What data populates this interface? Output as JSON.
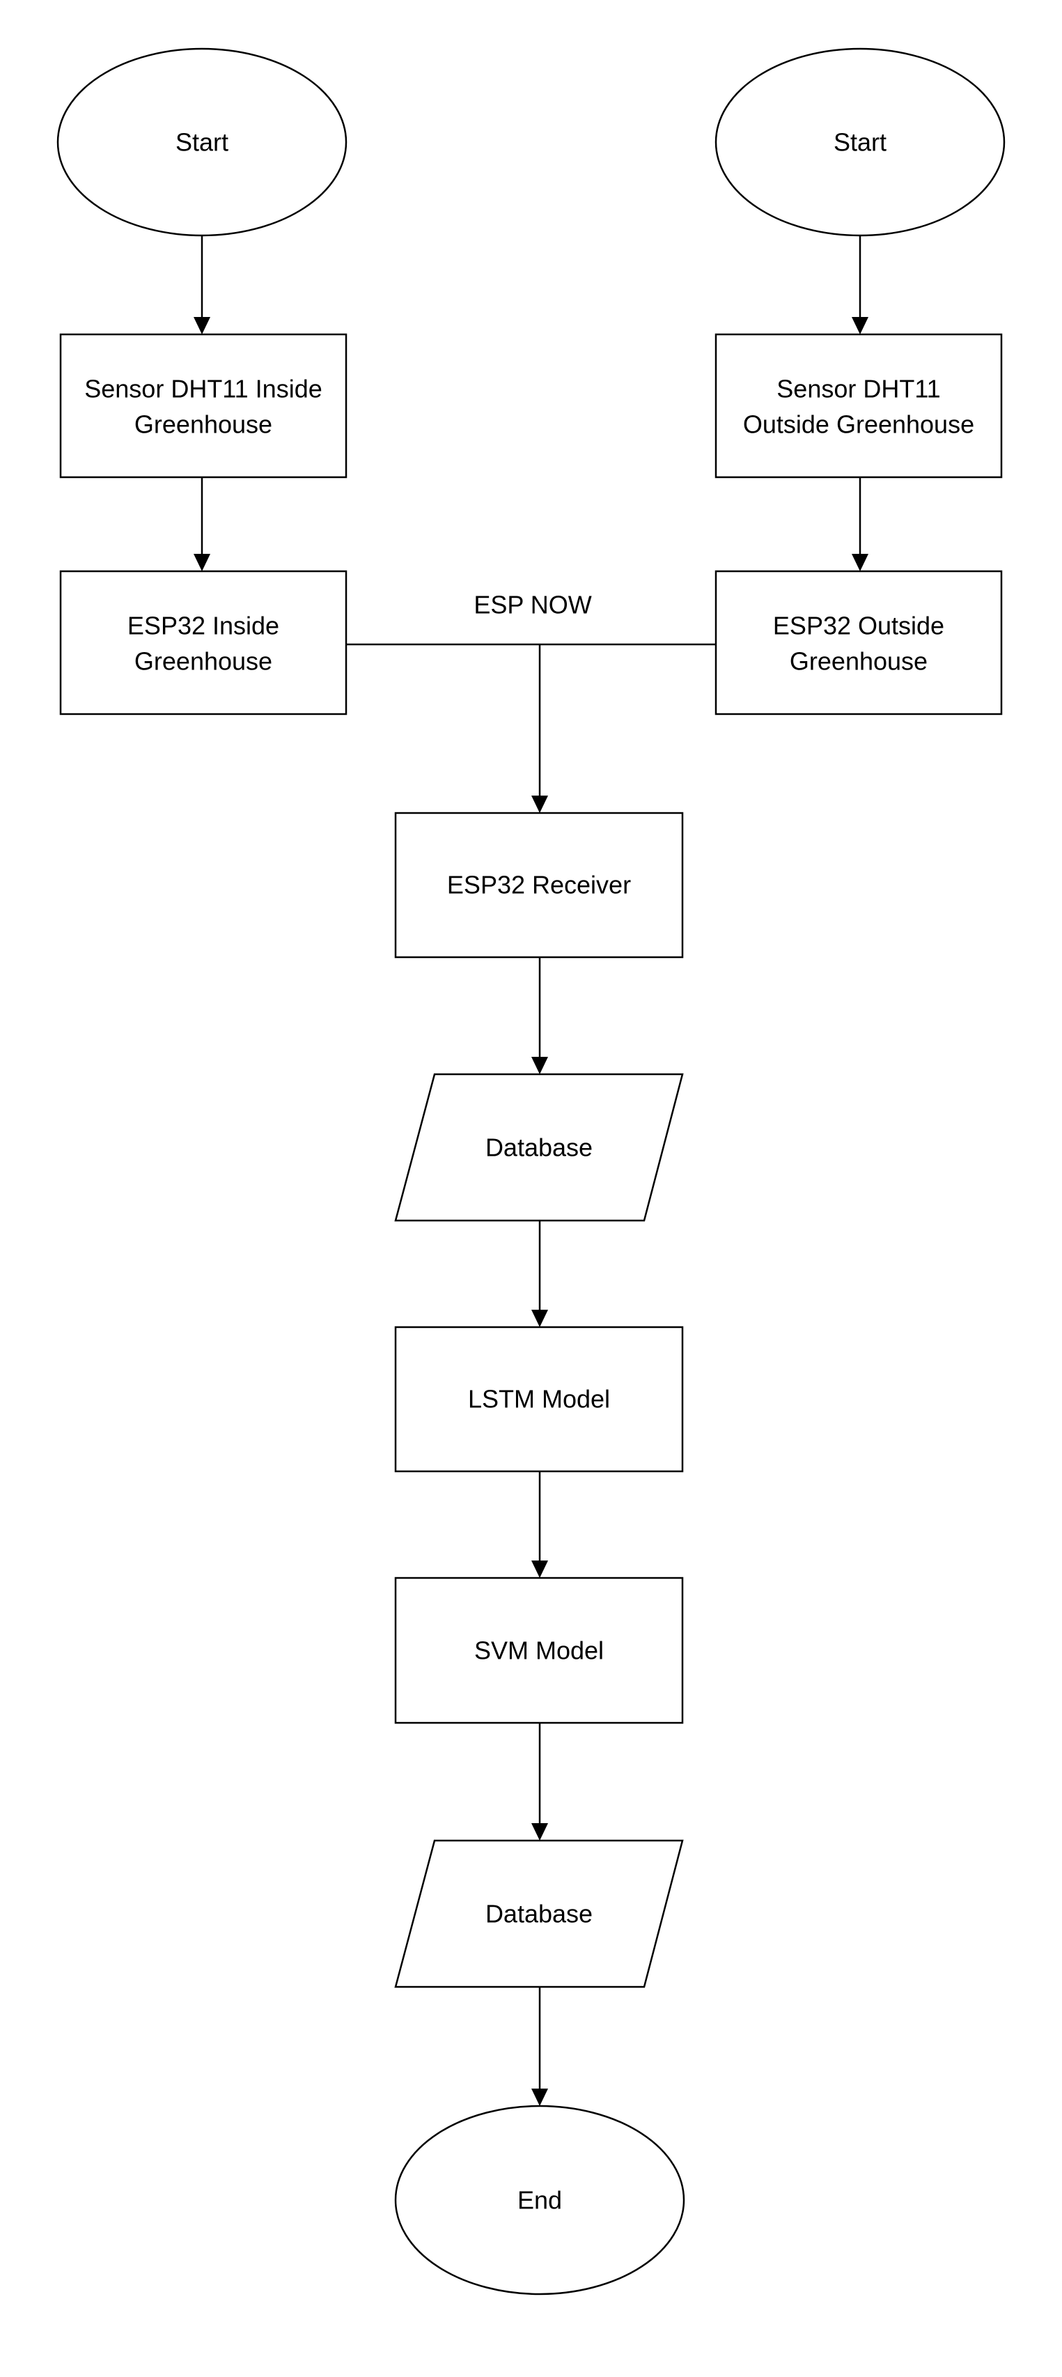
{
  "diagram": {
    "nodes": {
      "start_left": {
        "label": "Start"
      },
      "start_right": {
        "label": "Start"
      },
      "sensor_inside": {
        "line1": "Sensor DHT11 Inside",
        "line2": "Greenhouse"
      },
      "sensor_outside": {
        "line1": "Sensor DHT11",
        "line2": "Outside Greenhouse"
      },
      "esp32_inside": {
        "line1": "ESP32 Inside",
        "line2": "Greenhouse"
      },
      "esp32_outside": {
        "line1": "ESP32 Outside",
        "line2": "Greenhouse"
      },
      "esp32_receiver": {
        "label": "ESP32 Receiver"
      },
      "database_1": {
        "label": "Database"
      },
      "lstm_model": {
        "label": "LSTM Model"
      },
      "svm_model": {
        "label": "SVM Model"
      },
      "database_2": {
        "label": "Database"
      },
      "end": {
        "label": "End"
      }
    },
    "edge_labels": {
      "esp_now": "ESP NOW"
    }
  }
}
